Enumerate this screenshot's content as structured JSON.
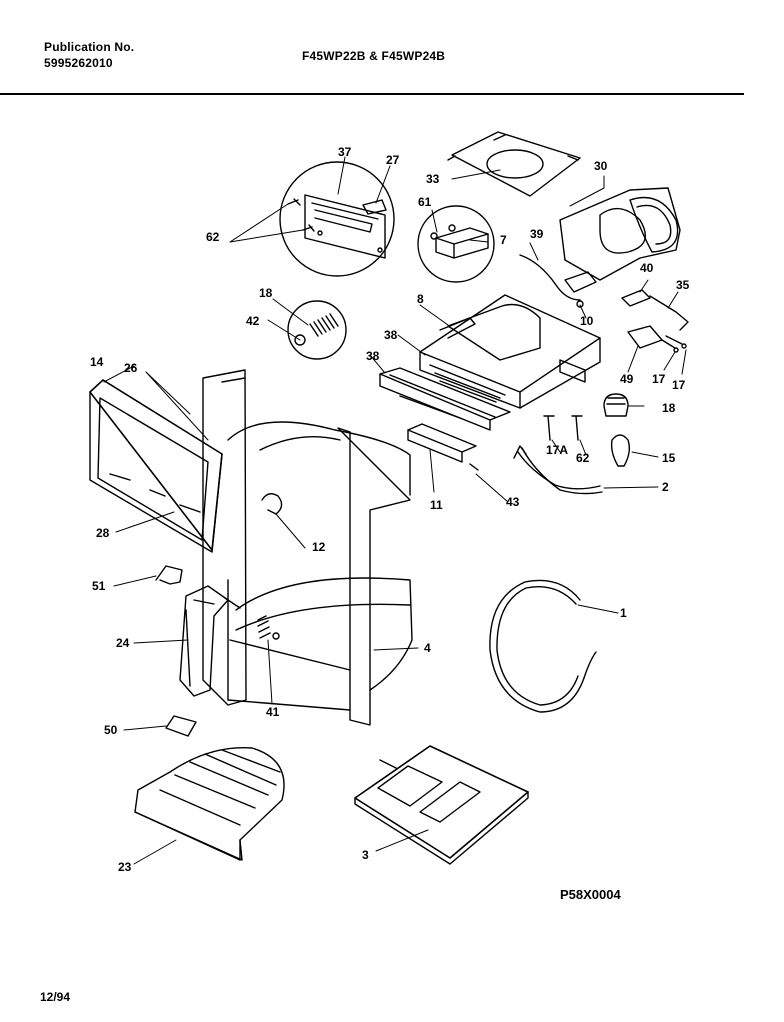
{
  "header": {
    "publication_label": "Publication No.",
    "publication_number": "5995262010",
    "model_title": "F45WP22B & F45WP24B"
  },
  "footer": {
    "drawing_code": "P58X0004",
    "date": "12/94"
  },
  "callouts": {
    "c37": "37",
    "c27": "27",
    "c33": "33",
    "c30": "30",
    "c61": "61",
    "c7": "7",
    "c39": "39",
    "c62a": "62",
    "c40": "40",
    "c35": "35",
    "c18a": "18",
    "c8": "8",
    "c42": "42",
    "c10": "10",
    "c38a": "38",
    "c38b": "38",
    "c49": "49",
    "c17a": "17",
    "c17b": "17",
    "c14": "14",
    "c26": "26",
    "c18b": "18",
    "c17A": "17A",
    "c62b": "62",
    "c15": "15",
    "c11": "11",
    "c43": "43",
    "c2": "2",
    "c28": "28",
    "c12": "12",
    "c51": "51",
    "c1": "1",
    "c24": "24",
    "c4": "4",
    "c41": "41",
    "c50": "50",
    "c3": "3",
    "c23": "23"
  }
}
